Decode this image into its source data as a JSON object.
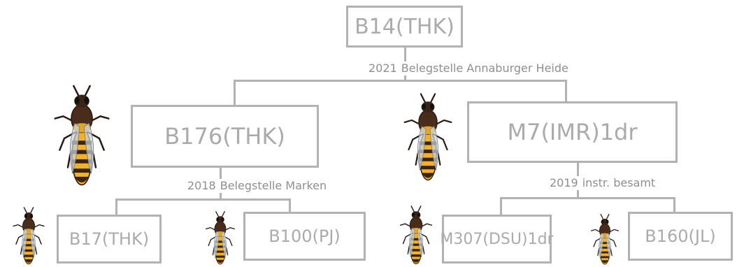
{
  "root": {
    "name": "B14(THK)"
  },
  "mating_root": {
    "year": "2021",
    "place": "Belegstelle Annaburger Heide"
  },
  "left": {
    "name": "B176(THK)",
    "mating": {
      "year": "2018",
      "place": "Belegstelle Marken"
    }
  },
  "right": {
    "name": "M7(IMR)1dr",
    "mating": {
      "year": "2019",
      "place": "instr. besamt"
    }
  },
  "grandparents": [
    {
      "name": "B17(THK)"
    },
    {
      "name": "B100(PJ)"
    },
    {
      "name": "M307(DSU)1dr"
    },
    {
      "name": "B160(JL)"
    }
  ],
  "icons": [
    "queen-bee-icon",
    "drone-bee-icon",
    "worker-bee-icon"
  ],
  "colors": {
    "line": "#b2b2b2",
    "text": "#ababab",
    "bee_yellow": "#f2b230",
    "bee_dark": "#3a2416"
  }
}
